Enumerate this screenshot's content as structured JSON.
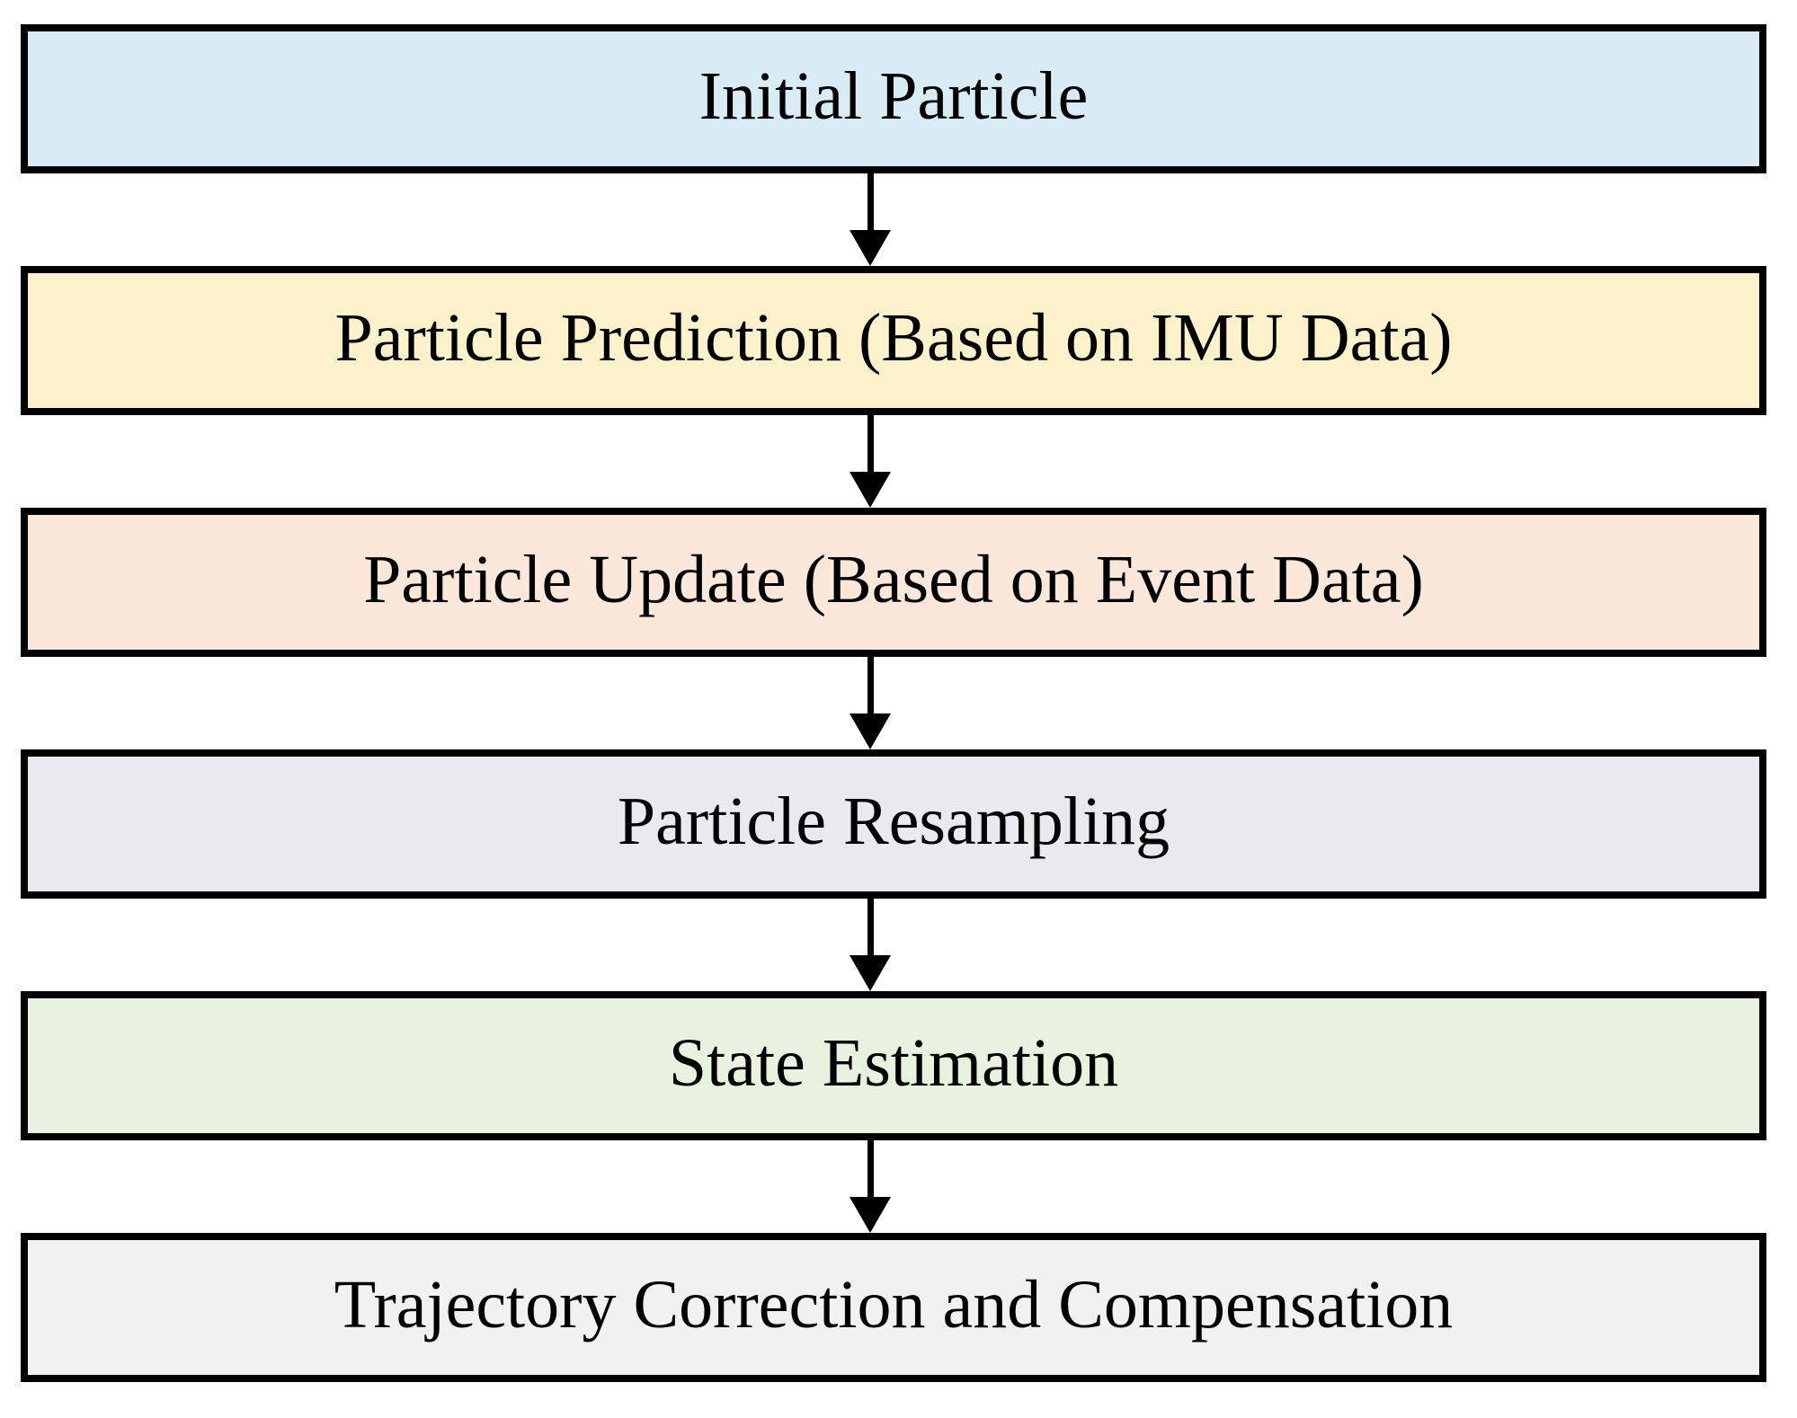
{
  "diagram": {
    "type": "flowchart",
    "direction": "top-down",
    "nodes": [
      {
        "id": "initial-particle",
        "label": "Initial Particle",
        "fill": "#D9EBF5"
      },
      {
        "id": "particle-prediction",
        "label": "Particle Prediction (Based on IMU Data)",
        "fill": "#FDF2CC"
      },
      {
        "id": "particle-update",
        "label": "Particle Update (Based on Event Data)",
        "fill": "#FBE8DA"
      },
      {
        "id": "particle-resampling",
        "label": "Particle Resampling",
        "fill": "#EAE9F0"
      },
      {
        "id": "state-estimation",
        "label": "State Estimation",
        "fill": "#E9F1DF"
      },
      {
        "id": "trajectory-correction",
        "label": "Trajectory Correction and Compensation",
        "fill": "#F1F1F1"
      }
    ],
    "edges": [
      {
        "from": "initial-particle",
        "to": "particle-prediction"
      },
      {
        "from": "particle-prediction",
        "to": "particle-update"
      },
      {
        "from": "particle-update",
        "to": "particle-resampling"
      },
      {
        "from": "particle-resampling",
        "to": "state-estimation"
      },
      {
        "from": "state-estimation",
        "to": "trajectory-correction"
      }
    ],
    "colors": {
      "border": "#000000",
      "text": "#000000",
      "arrow": "#000000",
      "background": "#FFFFFF"
    }
  }
}
